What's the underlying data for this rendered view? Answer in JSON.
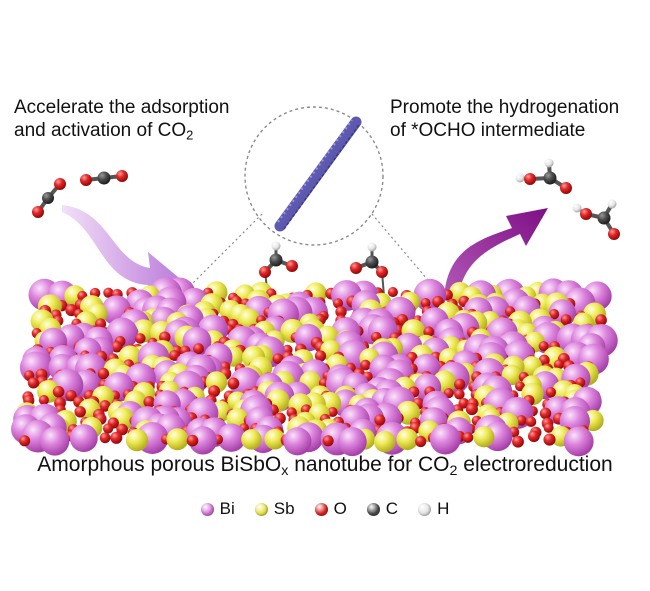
{
  "left_label": {
    "line1": "Accelerate the adsorption",
    "line2_prefix": "and activation of CO",
    "line2_sub": "2"
  },
  "right_label": {
    "line1": "Promote the hydrogenation",
    "line2": "of *OCHO intermediate"
  },
  "caption": {
    "prefix": "Amorphous porous BiSbO",
    "sub_x": "x",
    "middle": " nanotube for CO",
    "sub_2": "2",
    "suffix": " electroreduction"
  },
  "legend": [
    {
      "label": "Bi",
      "color": "#d572d6"
    },
    {
      "label": "Sb",
      "color": "#e6e24a"
    },
    {
      "label": "O",
      "color": "#d92222"
    },
    {
      "label": "C",
      "color": "#4a4a4a"
    },
    {
      "label": "H",
      "color": "#e2e2e2"
    }
  ],
  "colors": {
    "adsorption_arrow": "#c58de0",
    "hydrogenation_arrow": "#8b1f8f",
    "nanotube": "#5d57b3"
  }
}
